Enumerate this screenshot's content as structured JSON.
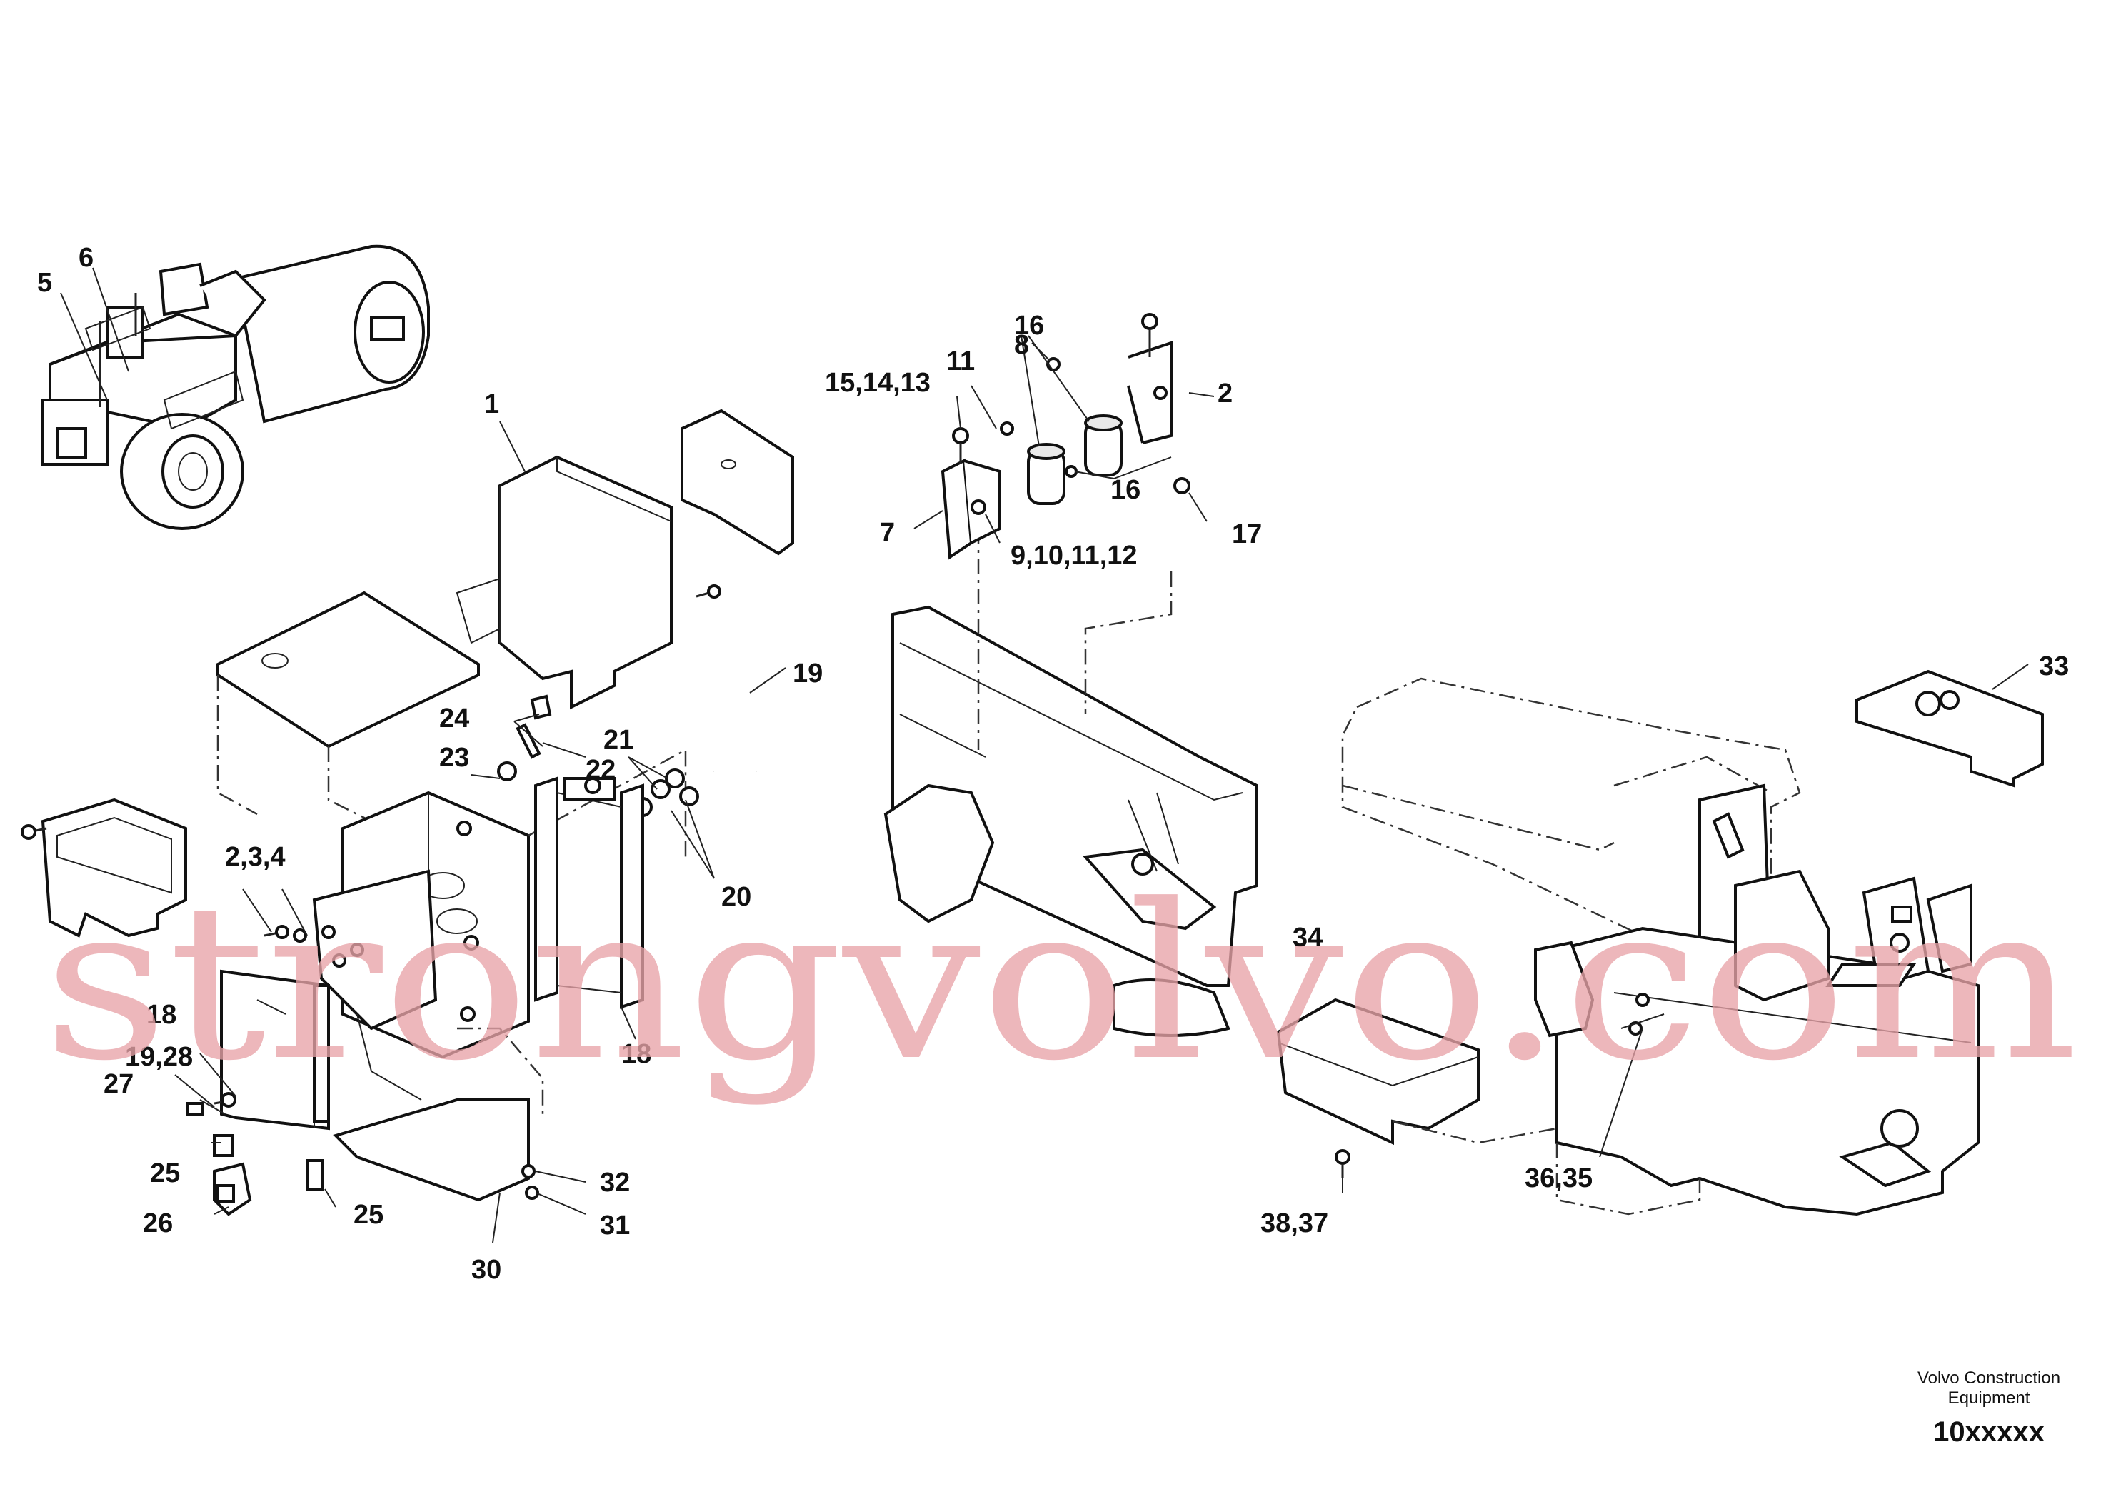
{
  "callouts": {
    "c1": "1",
    "c2": "2",
    "c5": "5",
    "c6": "6",
    "c7": "7",
    "c8": "8",
    "c11": "11",
    "c16a": "16",
    "c16b": "16",
    "c17": "17",
    "c15_14_13": "15,14,13",
    "c9_10_11_12": "9,10,11,12",
    "c19": "19",
    "c21": "21",
    "c22": "22",
    "c23": "23",
    "c24": "24",
    "c20": "20",
    "c2_3_4": "2,3,4",
    "c18a": "18",
    "c18b": "18",
    "c19_28": "19,28",
    "c27": "27",
    "c25a": "25",
    "c25b": "25",
    "c26": "26",
    "c30": "30",
    "c31": "31",
    "c32": "32",
    "c33": "33",
    "c34": "34",
    "c36_35": "36,35",
    "c38_37": "38,37"
  },
  "footer": {
    "brand_line1": "Volvo Construction",
    "brand_line2": "Equipment",
    "code": "10xxxxx"
  },
  "watermark": "strongvolvo.com",
  "colors": {
    "line": "#111111",
    "watermark": "#e8a3a8",
    "background": "#ffffff"
  }
}
